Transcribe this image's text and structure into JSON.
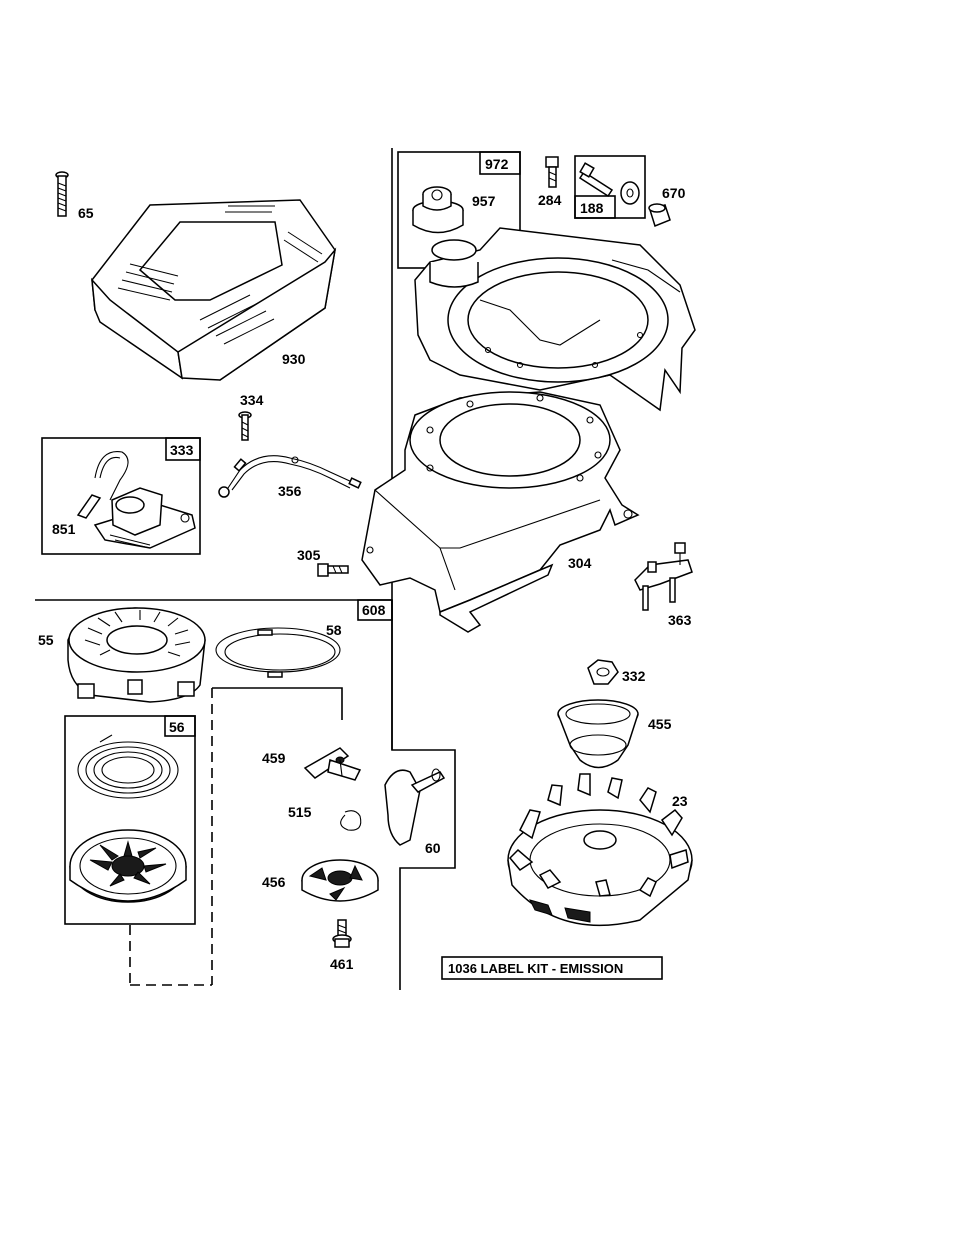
{
  "parts": {
    "p65": "65",
    "p930": "930",
    "p972": "972",
    "p957": "957",
    "p284": "284",
    "p188": "188",
    "p670": "670",
    "p334": "334",
    "p333": "333",
    "p356": "356",
    "p851": "851",
    "p305": "305",
    "p304": "304",
    "p363": "363",
    "p608": "608",
    "p55": "55",
    "p58": "58",
    "p56": "56",
    "p459": "459",
    "p515": "515",
    "p60": "60",
    "p456": "456",
    "p461": "461",
    "p332": "332",
    "p455": "455",
    "p23": "23"
  },
  "label_kit": "1036 LABEL KIT - EMISSION"
}
